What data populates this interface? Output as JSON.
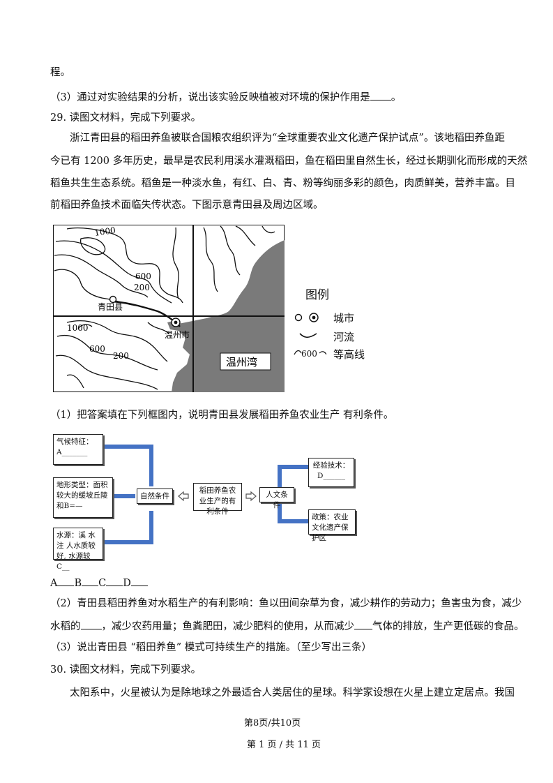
{
  "lines": {
    "l1": "程。",
    "l2a": "（3）通过对实验结果的分析，说出该实验反映植被对环境的保护作用是",
    "l2b": "。",
    "l3": "29. 读图文材料，完成下列要求。",
    "p1": "浙江青田县的稻田养鱼被联合国粮农组织评为“全球重要农业文化遗产保护试点”。该地稻田养鱼距",
    "p2": "今已有 1200 多年历史，最早是农民利用溪水灌溉稻田，鱼在稻田里自然生长，经过长期驯化而形成的天然",
    "p3": "稻鱼共生生态系统。稻鱼是一种淡水鱼，有红、白、青、粉等绚丽多彩的颜色，肉质鲜美，营养丰富。目",
    "p4": "前稻田养鱼技术面临失传状态。下图示意青田县及周边区域。",
    "q1": "（1）把答案填在下列框图内，说明青田县发展稻田养鱼农业生产   有利条件。",
    "ans_a": "A",
    "ans_b": "B",
    "ans_c": "C",
    "ans_d": "D",
    "q2a": "（2）青田县稻田养鱼对水稻生产的有利影响：鱼以田间杂草为食，减少耕作的劳动力；鱼害虫为食，减少",
    "q2b_1": "水稻的",
    "q2b_2": "，减少农药用量；鱼粪肥田，减少肥料的使用，从而减少",
    "q2b_3": "气体的排放，生产更低碳的食品。",
    "q3": "（3）说出青田县 “稻田养鱼” 模式可持续生产的措施。（至少写出三条）",
    "l30": "30. 读图文材料，完成下列要求。",
    "p30": "太阳系中，火星被认为是除地球之外最适合人类居住的星球。科学家设想在火星上建立定居点。我国"
  },
  "map": {
    "contour_1000_top": "1000",
    "contour_600_top": "600",
    "contour_200_top": "200",
    "city_qingtian": "青田县",
    "city_wenzhou": "温州市",
    "contour_1000_bottom": "1000",
    "contour_600_bottom": "600",
    "contour_200_bottom": "200",
    "bay": "温州湾"
  },
  "legend": {
    "title": "图例",
    "city": "城市",
    "river": "河流",
    "contour_sample": "600",
    "contour": "等高线"
  },
  "flow": {
    "climate_label": "气候特征：",
    "climate_blank": "A_______",
    "terrain": "地形类型：面积较大的缓坡丘陵和B=—",
    "water": "水源：溪 水 注 人水质较好, 水源较C__",
    "natural": "自然条件",
    "center": "稻田养鱼农业生产的有利条件",
    "human": "人文条件",
    "experience_label": "经验技术：",
    "experience_blank": "D______",
    "policy": "政策：农业文化遗产保护区"
  },
  "footer": {
    "inner": "第8页/共10页",
    "outer": "第 1 页 / 共 11 页"
  },
  "colors": {
    "connector": "#4472c4",
    "sea": "#7a7a7a"
  }
}
